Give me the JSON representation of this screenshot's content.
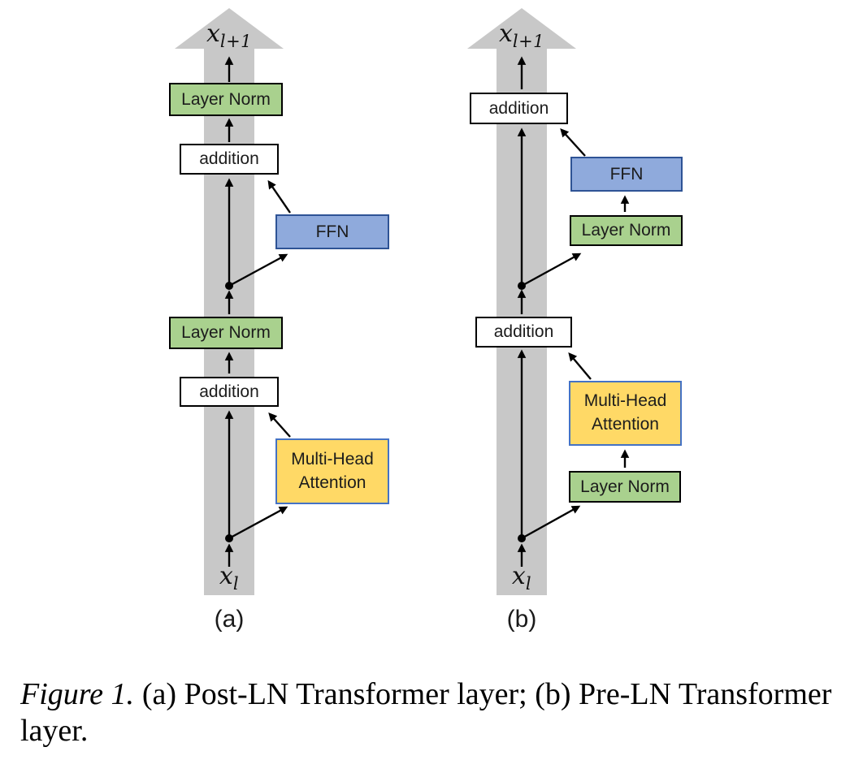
{
  "figure_caption": {
    "tag": "Figure 1.",
    "line1": "(a) Post-LN Transformer layer; (b) Pre-LN Transformer",
    "line2": "layer."
  },
  "colors": {
    "flow_arrow_gray": "#C8C8C8",
    "layer_norm_fill": "#A9D18E",
    "layer_norm_border": "#000000",
    "ffn_fill": "#8FAADC",
    "ffn_border": "#2E5395",
    "attention_fill": "#FFD966",
    "attention_border": "#4472C4",
    "addition_fill": "#FFFFFF",
    "addition_border": "#000000",
    "arrow_black": "#000000"
  },
  "panel_a": {
    "label": "(a)",
    "output_var": {
      "base": "x",
      "sub": "l+1"
    },
    "input_var": {
      "base": "x",
      "sub": "l"
    },
    "boxes": {
      "layer_norm_top": "Layer Norm",
      "addition_top": "addition",
      "ffn": "FFN",
      "layer_norm_mid": "Layer Norm",
      "addition_mid": "addition",
      "attention": "Multi-Head Attention"
    }
  },
  "panel_b": {
    "label": "(b)",
    "output_var": {
      "base": "x",
      "sub": "l+1"
    },
    "input_var": {
      "base": "x",
      "sub": "l"
    },
    "boxes": {
      "addition_top": "addition",
      "ffn": "FFN",
      "layer_norm_upper": "Layer Norm",
      "addition_mid": "addition",
      "attention": "Multi-Head Attention",
      "layer_norm_lower": "Layer Norm"
    }
  }
}
